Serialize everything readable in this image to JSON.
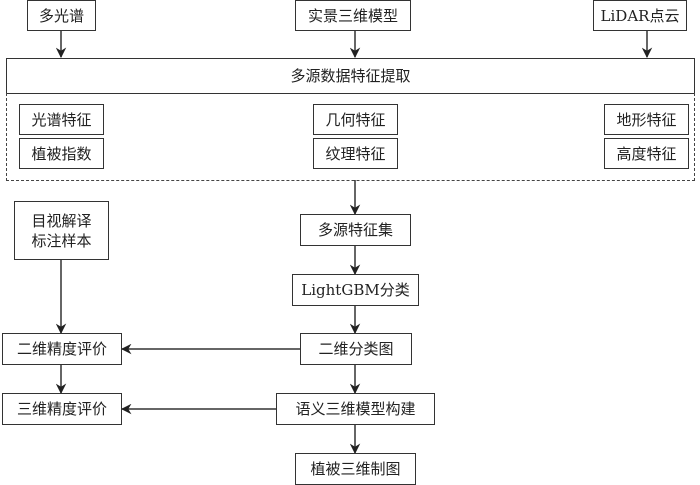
{
  "diagram": {
    "inputs": {
      "multispectral": "多光谱",
      "realscene_3d": "实景三维模型",
      "lidar": "LiDAR点云"
    },
    "feature_extraction": {
      "title": "多源数据特征提取",
      "features": {
        "spectral": "光谱特征",
        "vegetation_index": "植被指数",
        "geometric": "几何特征",
        "texture": "纹理特征",
        "terrain": "地形特征",
        "height": "高度特征"
      }
    },
    "samples": "目视解译\n标注样本",
    "multisource_feature_set": "多源特征集",
    "classifier": "LightGBM分类",
    "classification_2d": "二维分类图",
    "semantic_3d_model": "语义三维模型构建",
    "vegetation_3d_mapping": "植被三维制图",
    "accuracy_2d": "二维精度评价",
    "accuracy_3d": "三维精度评价"
  }
}
